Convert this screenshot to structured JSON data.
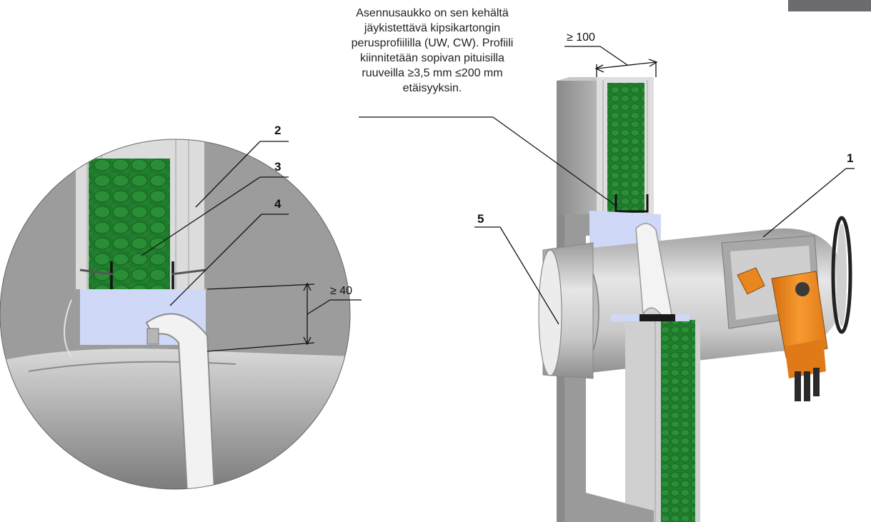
{
  "annotation": {
    "lines": [
      "Asennusaukko on sen kehältä",
      "jäykistettävä kipsikartongin",
      "perusprofiililla (UW, CW). Profiili",
      "kiinnitetään sopivan pituisilla",
      "ruuveilla ≥3,5 mm ≤200 mm",
      "etäisyyksin."
    ]
  },
  "callouts": {
    "c1": "1",
    "c2": "2",
    "c3": "3",
    "c4": "4",
    "c5": "5"
  },
  "dimensions": {
    "top": "≥ 100",
    "detail": "≥ 40"
  },
  "colors": {
    "insulation": "#1e7a2a",
    "board": "#d4d4d4",
    "seal": "#cdd6f7",
    "duct": "#bcbcbc",
    "actuator": "#f08a1e",
    "tab": "#6b6b70"
  }
}
